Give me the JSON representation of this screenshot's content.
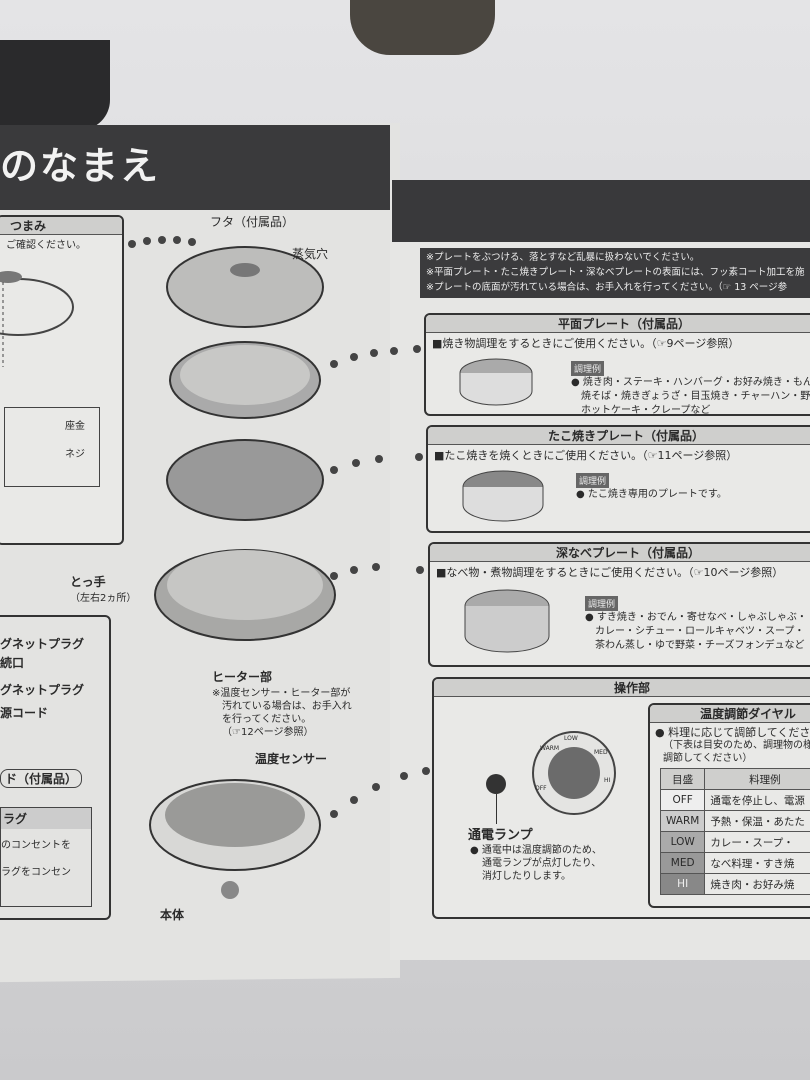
{
  "left_page": {
    "heading": "のなまえ",
    "knob_box": {
      "title": "つまみ",
      "text": "ご確認ください。",
      "washer": "座金",
      "screw": "ネジ"
    },
    "lid": "フタ（付属品）",
    "steam_hole": "蒸気穴",
    "handle": "とっ手",
    "handle_note": "（左右2ヵ所）",
    "plug_box": {
      "items": [
        "グネットプラグ",
        "続口",
        "グネットプラグ",
        "源コード"
      ],
      "cord_label": "ド（付属品）",
      "sub_title": "ラグ",
      "sub_lines": [
        "のコンセントを",
        "ラグをコンセン"
      ]
    },
    "heater": "ヒーター部",
    "heater_note": [
      "※温度センサー・ヒーター部が",
      "汚れている場合は、お手入れ",
      "を行ってください。",
      "（☞12ページ参照）"
    ],
    "sensor": "温度センサー",
    "body": "本体"
  },
  "right_page": {
    "notes": [
      "※プレートをぶつける、落とすなど乱暴に扱わないでください。",
      "※平面プレート・たこ焼きプレート・深なべプレートの表面には、フッ素コート加工を施",
      "※プレートの底面が汚れている場合は、お手入れを行ってください。（☞ 13 ページ参"
    ],
    "plates": [
      {
        "title": "平面プレート（付属品）",
        "desc": "■焼き物調理をするときにご使用ください。（☞9ページ参照）",
        "tag": "調理例",
        "examples": [
          "● 焼き肉・ステーキ・ハンバーグ・お好み焼き・もん",
          "焼そば・焼きぎょうざ・目玉焼き・チャーハン・野",
          "ホットケーキ・クレープなど"
        ]
      },
      {
        "title": "たこ焼きプレート（付属品）",
        "desc": "■たこ焼きを焼くときにご使用ください。（☞11ページ参照）",
        "tag": "調理例",
        "examples": [
          "● たこ焼き専用のプレートです。"
        ]
      },
      {
        "title": "深なべプレート（付属品）",
        "desc": "■なべ物・煮物調理をするときにご使用ください。（☞10ページ参照）",
        "tag": "調理例",
        "examples": [
          "● すき焼き・おでん・寄せなべ・しゃぶしゃぶ・",
          "カレー・シチュー・ロールキャベツ・スープ・",
          "茶わん蒸し・ゆで野菜・チーズフォンデュなど"
        ]
      }
    ],
    "controls": {
      "title": "操作部",
      "lamp": "通電ランプ",
      "lamp_note": [
        "● 通電中は温度調節のため、",
        "通電ランプが点灯したり、",
        "消灯したりします。"
      ],
      "dial_marks": [
        "OFF",
        "WARM",
        "LOW",
        "MED",
        "HI"
      ],
      "dial_box": {
        "title": "温度調節ダイヤル",
        "text": [
          "● 料理に応じて調節してくださ",
          "（下表は目安のため、調理物の様",
          "調節してください）"
        ],
        "headers": [
          "目盛",
          "料理例"
        ],
        "rows": [
          [
            "OFF",
            "通電を停止し、電源"
          ],
          [
            "WARM",
            "予熱・保温・あたた"
          ],
          [
            "LOW",
            "カレー・スープ・"
          ],
          [
            "MED",
            "なべ料理・すき焼"
          ],
          [
            "HI",
            "焼き肉・お好み焼"
          ]
        ]
      }
    }
  }
}
